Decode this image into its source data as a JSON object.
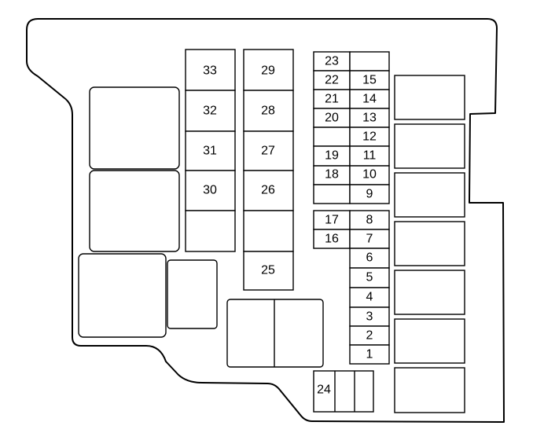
{
  "fuse_box": {
    "column_33_29": {
      "left": [
        "33",
        "32",
        "31",
        "30"
      ],
      "right": [
        "29",
        "28",
        "27",
        "26",
        "25"
      ]
    },
    "column_23": {
      "left": [
        "23",
        "22",
        "21",
        "20",
        "19",
        "18"
      ],
      "right": [
        "15",
        "14",
        "13",
        "12",
        "11",
        "10",
        "9"
      ]
    },
    "column_17": {
      "left": [
        "17",
        "16"
      ],
      "right": [
        "8",
        "7",
        "6",
        "5",
        "4",
        "3",
        "2",
        "1"
      ]
    },
    "bottom": [
      "24"
    ]
  }
}
